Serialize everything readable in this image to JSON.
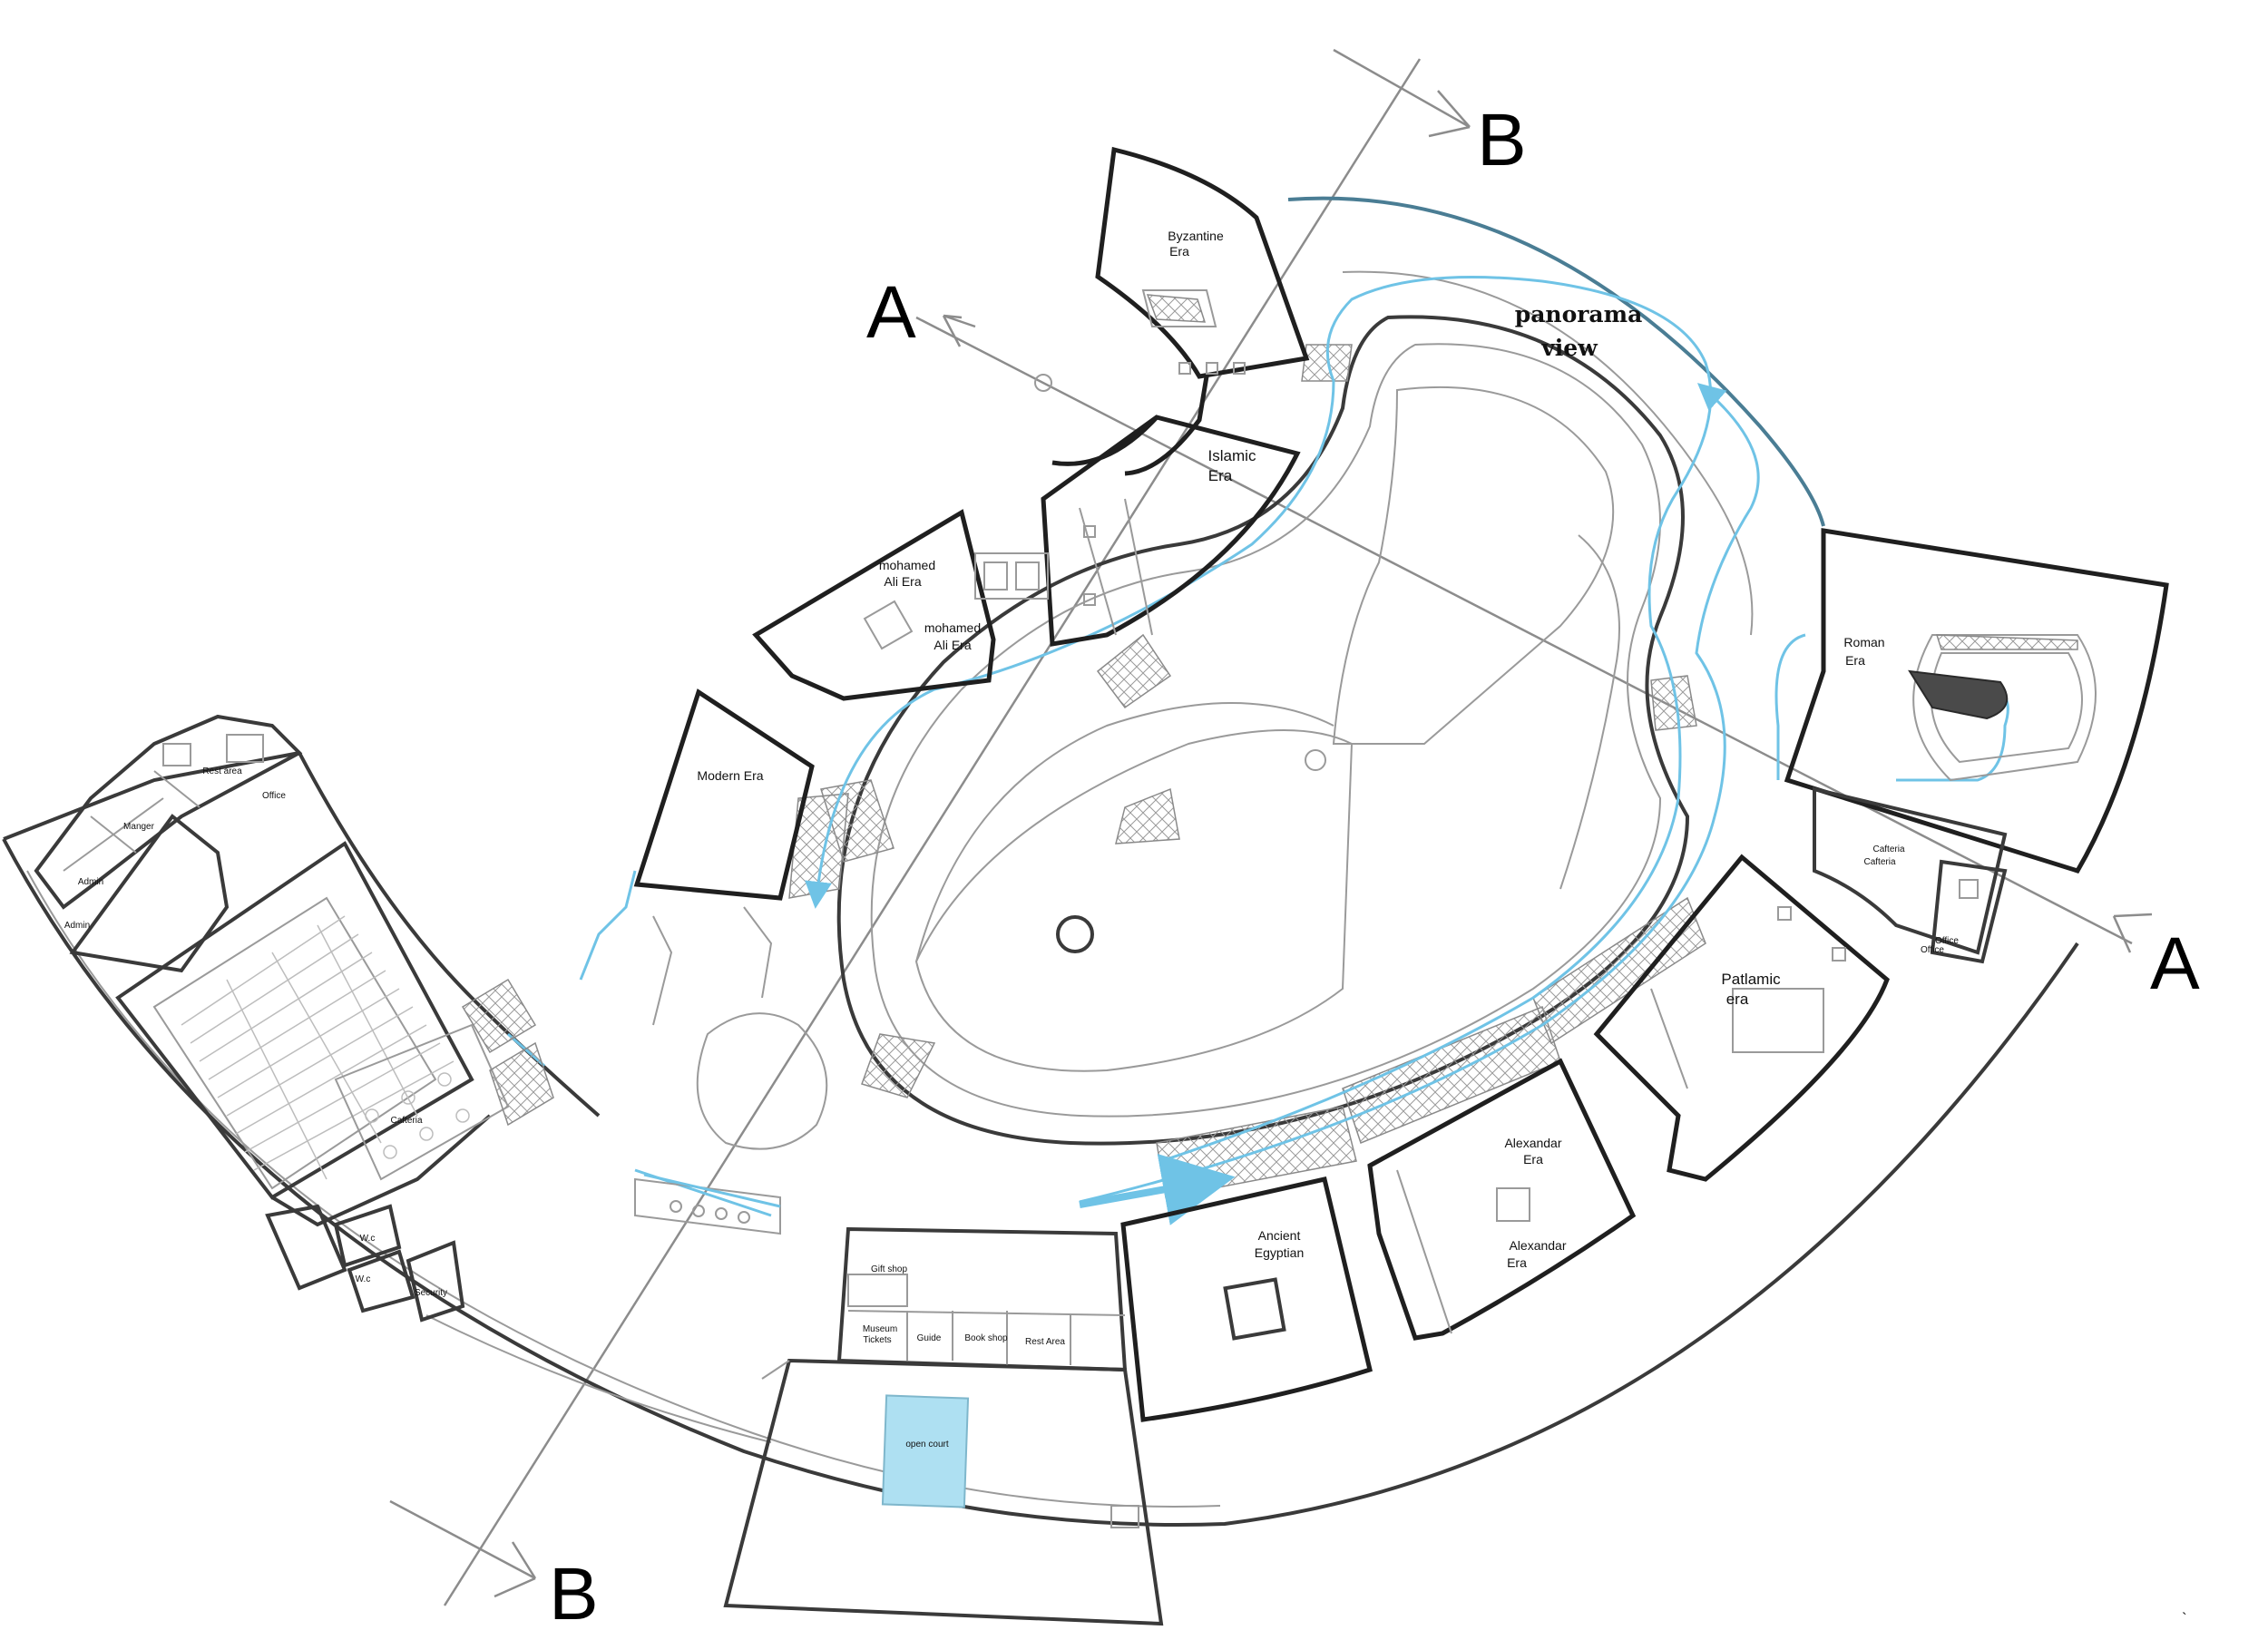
{
  "sections": {
    "a_left": "A",
    "a_right": "A",
    "b_top": "B",
    "b_bottom": "B"
  },
  "panorama": {
    "line1": "panorama",
    "line2": "view"
  },
  "eras": {
    "byzantine": [
      "Byzantine",
      "Era"
    ],
    "islamic": [
      "Islamic",
      "Era"
    ],
    "mohamed_ali_1": [
      "mohamed",
      "Ali Era"
    ],
    "mohamed_ali_2": [
      "mohamed",
      "Ali Era"
    ],
    "modern": "Modern Era",
    "roman": [
      "Roman",
      "Era"
    ],
    "patlamic": [
      "Patlamic",
      "era"
    ],
    "alexandar_1": [
      "Alexandar",
      "Era"
    ],
    "alexandar_2": [
      "Alexandar",
      "Era"
    ],
    "ancient_egyptian": [
      "Ancient",
      "Egyptian"
    ]
  },
  "rooms": {
    "cafeteria_left": "Cafteria",
    "wc_1": "W.c",
    "wc_2": "W.c",
    "security": "Security",
    "gift_shop": "Gift shop",
    "museum_tickets": [
      "Museum",
      "Tickets"
    ],
    "guide": "Guide",
    "book_shop": "Book shop",
    "rest_area": "Rest Area",
    "open_court": "open court",
    "cafeteria_right_1": "Cafteria",
    "cafeteria_right_2": "Cafteria",
    "office_right_1": "Office",
    "office_right_2": "Office",
    "rest_area_admin": "Rest area",
    "office_admin": "Office",
    "manager": "Manger",
    "admin_1": "Admin",
    "admin_2": "Admin"
  },
  "colors": {
    "circulation": "#6fc3e6",
    "court": "#aee0f2",
    "glazing": "#4a7d94",
    "walls": "#3a3a3a"
  },
  "stray_mark": "`"
}
